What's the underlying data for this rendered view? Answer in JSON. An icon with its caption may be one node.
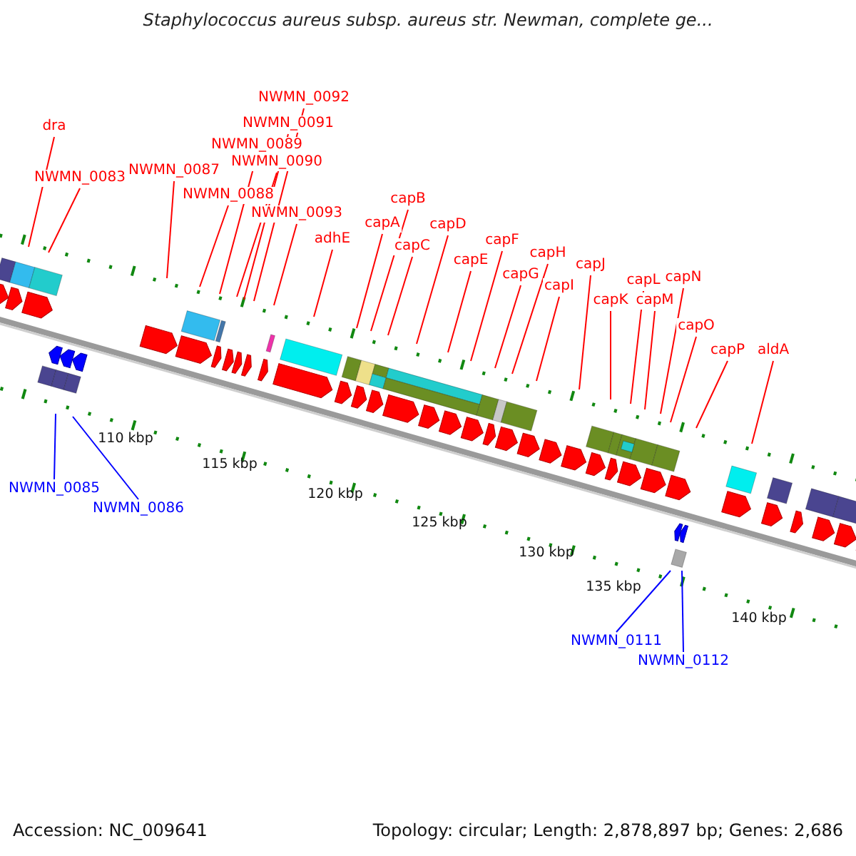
{
  "diagram": {
    "title": "Staphylococcus aureus subsp. aureus str. Newman, complete ge...",
    "nodes": [
      {
        "text": [
          "dra"
        ]
      },
      {
        "text": [
          "NWMN_0083"
        ]
      },
      {
        "text": [
          "NWMN_0087"
        ]
      },
      {
        "text": [
          "NWMN_0088"
        ]
      },
      {
        "text": [
          "NWMN_0089"
        ]
      },
      {
        "text": [
          "NWMN_0090"
        ]
      },
      {
        "text": [
          "NWMN_0091"
        ]
      },
      {
        "text": [
          "NWMN_0092"
        ]
      },
      {
        "text": [
          "NWMN_0093"
        ]
      },
      {
        "text": [
          "adhE"
        ]
      },
      {
        "text": [
          "capA"
        ]
      },
      {
        "text": [
          "capB"
        ]
      },
      {
        "text": [
          "capC"
        ]
      },
      {
        "text": [
          "capD"
        ]
      },
      {
        "text": [
          "capE"
        ]
      },
      {
        "text": [
          "capF"
        ]
      },
      {
        "text": [
          "capG"
        ]
      },
      {
        "text": [
          "capH"
        ]
      },
      {
        "text": [
          "capI"
        ]
      },
      {
        "text": [
          "capJ"
        ]
      },
      {
        "text": [
          "capK"
        ]
      },
      {
        "text": [
          "capL"
        ]
      },
      {
        "text": [
          "capM"
        ]
      },
      {
        "text": [
          "capN"
        ]
      },
      {
        "text": [
          "capO"
        ]
      },
      {
        "text": [
          "capP"
        ]
      },
      {
        "text": [
          "aldA"
        ]
      },
      {
        "text": [
          "NWMN_0085"
        ]
      },
      {
        "text": [
          "NWMN_0086"
        ]
      },
      {
        "text": [
          "NWMN_0111"
        ]
      },
      {
        "text": [
          "NWMN_0112"
        ]
      }
    ],
    "edges": [
      {
        "from": 0,
        "to": null,
        "arrow": "none"
      },
      {
        "from": 1,
        "to": null,
        "arrow": "none"
      },
      {
        "from": 2,
        "to": null,
        "arrow": "none"
      },
      {
        "from": 3,
        "to": null,
        "arrow": "none"
      },
      {
        "from": 4,
        "to": null,
        "arrow": "none"
      },
      {
        "from": 5,
        "to": null,
        "arrow": "none"
      },
      {
        "from": 6,
        "to": null,
        "arrow": "none"
      },
      {
        "from": 7,
        "to": null,
        "arrow": "none"
      },
      {
        "from": 8,
        "to": null,
        "arrow": "none"
      },
      {
        "from": 9,
        "to": null,
        "arrow": "none"
      },
      {
        "from": 10,
        "to": null,
        "arrow": "none"
      },
      {
        "from": 11,
        "to": null,
        "arrow": "none"
      },
      {
        "from": 12,
        "to": null,
        "arrow": "none"
      },
      {
        "from": 13,
        "to": null,
        "arrow": "none"
      },
      {
        "from": 14,
        "to": null,
        "arrow": "none"
      },
      {
        "from": 15,
        "to": null,
        "arrow": "none"
      },
      {
        "from": 16,
        "to": null,
        "arrow": "none"
      },
      {
        "from": 17,
        "to": null,
        "arrow": "none"
      },
      {
        "from": 18,
        "to": null,
        "arrow": "none"
      },
      {
        "from": 19,
        "to": null,
        "arrow": "none"
      },
      {
        "from": 20,
        "to": null,
        "arrow": "none"
      },
      {
        "from": 21,
        "to": null,
        "arrow": "none"
      },
      {
        "from": 22,
        "to": null,
        "arrow": "none"
      },
      {
        "from": 23,
        "to": null,
        "arrow": "none"
      },
      {
        "from": 24,
        "to": null,
        "arrow": "none"
      },
      {
        "from": 25,
        "to": null,
        "arrow": "none"
      },
      {
        "from": 26,
        "to": null,
        "arrow": "none"
      },
      {
        "from": 27,
        "to": null,
        "arrow": "none",
        "color": "#0000ff"
      },
      {
        "from": 28,
        "to": null,
        "arrow": "none",
        "color": "#0000ff"
      },
      {
        "from": 29,
        "to": null,
        "arrow": "none",
        "color": "#0000ff"
      },
      {
        "from": 30,
        "to": null,
        "arrow": "none",
        "color": "#0000ff"
      }
    ],
    "labels": [
      "110 kbp",
      "115 kbp",
      "120 kbp",
      "125 kbp",
      "130 kbp",
      "135 kbp",
      "140 kbp",
      "Accession: NC_009641",
      "Topology: circular; Length: 2,878,897 bp; Genes: 2,686"
    ]
  }
}
